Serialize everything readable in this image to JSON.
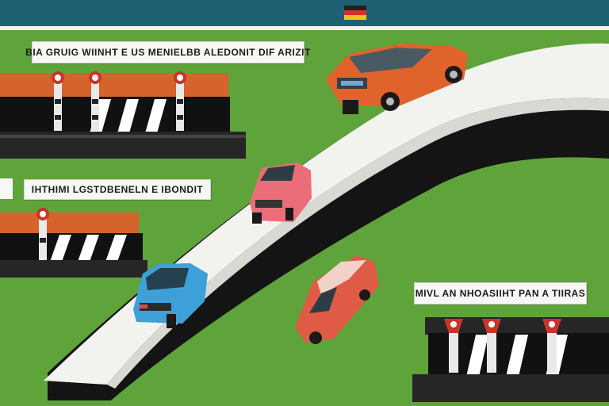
{
  "labels": {
    "top": "BIA GRUIG WIINHT E US MENIELBB ALEDONIT DIF ARIZIT",
    "middle": "IHTHIMI LGSTDBENELN E IBONDIT",
    "bottom": "MIVL AN NHOASIIHT PAN A TIIRAS"
  },
  "colors": {
    "topbar": "#1e6173",
    "grass": "#5fa33b",
    "road_surface": "#f2f2ef",
    "road_side": "#141414",
    "barrier_orange": "#d6622c",
    "car_orange": "#e0632c",
    "car_pink": "#ec6d7a",
    "car_blue": "#3ea0d8",
    "car_red": "#e05b45"
  },
  "icons": [
    "flag-icon",
    "traffic-light-icon",
    "car-icon"
  ]
}
